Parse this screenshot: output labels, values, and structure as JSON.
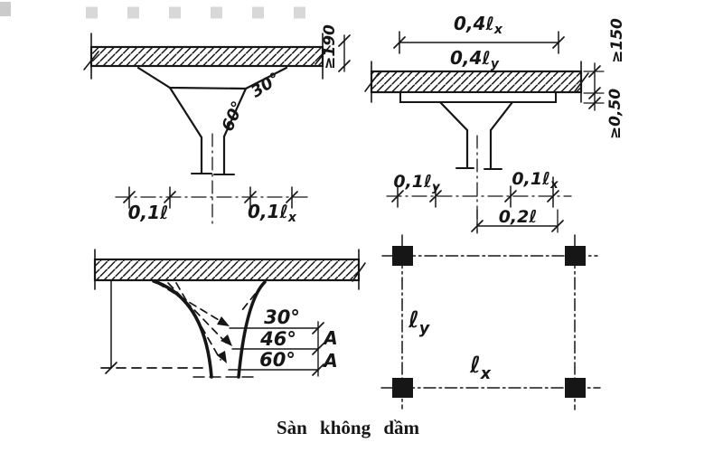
{
  "caption": {
    "text": "Sàn không dầm"
  },
  "section_one": {
    "angle_30": "30°",
    "angle_60": "60°",
    "thickness": "≥190",
    "dim_left": {
      "text": "0,1ℓ",
      "sub": ""
    },
    "dim_right": {
      "text": "0,1ℓ",
      "sub": "x"
    }
  },
  "section_two": {
    "dim_top_x": {
      "text": "0,4ℓ",
      "sub": "x"
    },
    "dim_top_y": {
      "text": "0,4ℓ",
      "sub": "y"
    },
    "thickness": "≥150",
    "drop_depth": "≥0,50",
    "dim_bottom_left": {
      "text": "0,1ℓ",
      "sub": "y"
    },
    "dim_bottom_right": {
      "text": "0,1ℓ",
      "sub": "x"
    },
    "dim_bottom_center": {
      "text": "0,2ℓ",
      "sub": ""
    }
  },
  "capital_detail": {
    "angle_30": "30°",
    "angle_46": "46°",
    "angle_60": "60°",
    "marker_a_top": "A",
    "marker_a_bottom": "A"
  },
  "plan": {
    "span_y": {
      "text": "ℓ",
      "sub": "y"
    },
    "span_x": {
      "text": "ℓ",
      "sub": "x"
    }
  }
}
